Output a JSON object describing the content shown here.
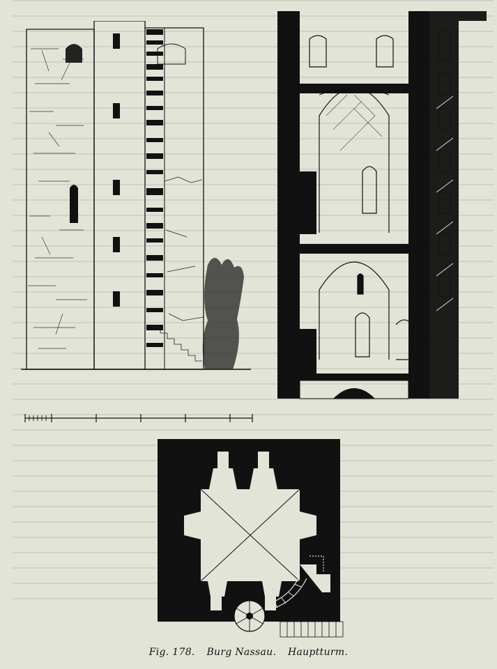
{
  "caption": {
    "figure": "Fig. 178.",
    "place": "Burg Nassau.",
    "subject": "Hauptturm."
  }
}
